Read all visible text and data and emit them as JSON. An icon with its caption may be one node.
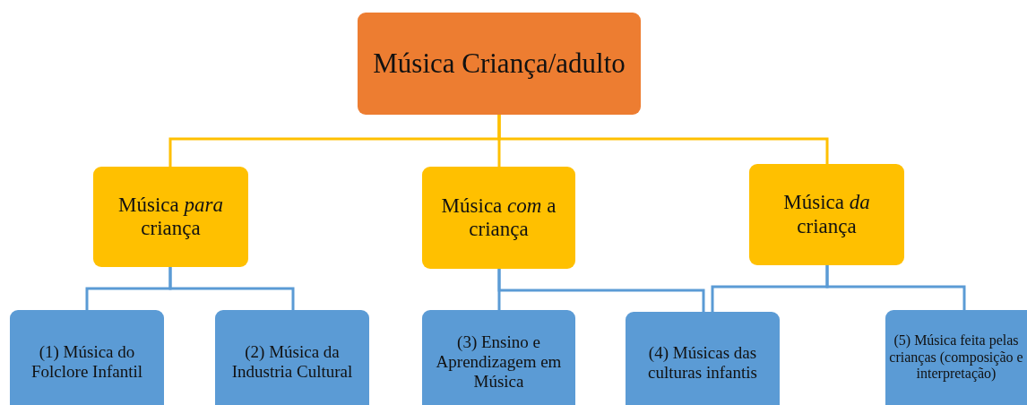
{
  "diagram": {
    "nodes": [
      {
        "text": [
          "Música Criança/adulto"
        ]
      },
      {
        "text": [
          "Música *para* criança"
        ]
      },
      {
        "text": [
          "Música *com* a criança"
        ]
      },
      {
        "text": [
          "Música *da* criança"
        ]
      },
      {
        "text": [
          "(1) Música do Folclore Infantil"
        ]
      },
      {
        "text": [
          "(2) Música da Industria Cultural"
        ]
      },
      {
        "text": [
          "(3) Ensino e Aprendizagem em Música"
        ]
      },
      {
        "text": [
          "(4) Músicas das culturas infantis"
        ]
      },
      {
        "text": [
          "(5) Música feita pelas crianças (composição e interpretação)"
        ]
      }
    ],
    "edges": [
      {
        "from": 0,
        "to": 1,
        "arrow": "none",
        "color": "#ffc000"
      },
      {
        "from": 0,
        "to": 2,
        "arrow": "none",
        "color": "#ffc000"
      },
      {
        "from": 0,
        "to": 3,
        "arrow": "none",
        "color": "#ffc000"
      },
      {
        "from": 1,
        "to": 4,
        "arrow": "none"
      },
      {
        "from": 1,
        "to": 5,
        "arrow": "none"
      },
      {
        "from": 2,
        "to": 6,
        "arrow": "none"
      },
      {
        "from": 2,
        "to": 7,
        "arrow": "none"
      },
      {
        "from": 3,
        "to": 7,
        "arrow": "none"
      },
      {
        "from": 3,
        "to": 8,
        "arrow": "none"
      }
    ]
  }
}
